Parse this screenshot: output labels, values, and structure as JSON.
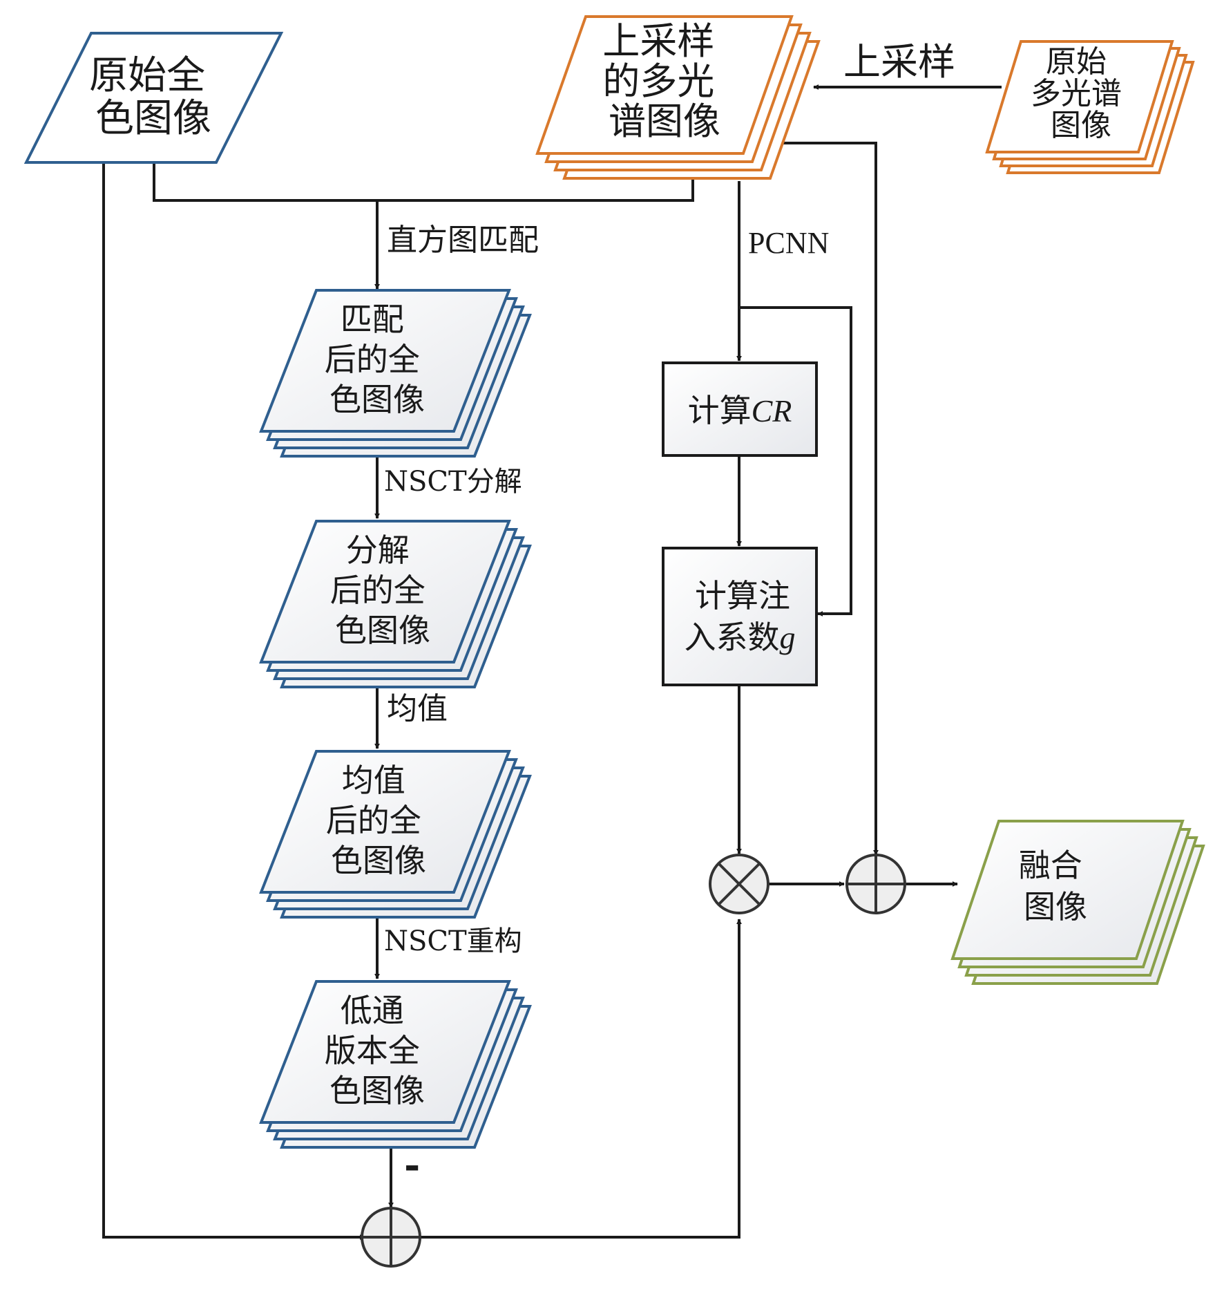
{
  "colors": {
    "blue": "#2f5f8f",
    "orange": "#d9792c",
    "green": "#8aa04a",
    "gray_box": "#e0e0e0",
    "line": "#1a1a1a"
  },
  "nodes": {
    "pan_original": [
      "原始全",
      "色图像"
    ],
    "ms_upsampled": [
      "上采样",
      "的多光",
      "谱图像"
    ],
    "ms_original": [
      "原始",
      "多光谱",
      "图像"
    ],
    "pan_matched": [
      "匹配",
      "后的全",
      "色图像"
    ],
    "pan_decomposed": [
      "分解",
      "后的全",
      "色图像"
    ],
    "pan_mean": [
      "均值",
      "后的全",
      "色图像"
    ],
    "pan_lowpass": [
      "低通",
      "版本全",
      "色图像"
    ],
    "fused": [
      "融合",
      "图像"
    ],
    "calc_cr": {
      "prefix": "计算",
      "italic": "CR"
    },
    "calc_g": {
      "line1": "计算注",
      "prefix": "入系数",
      "italic": "g"
    }
  },
  "edges": {
    "upsample": "上采样",
    "histogram_match": "直方图匹配",
    "pcnn": "PCNN",
    "nsct_decompose": "NSCT分解",
    "mean": "均值",
    "nsct_reconstruct": "NSCT重构",
    "minus": "-"
  },
  "operators": {
    "multiply": "multiply-icon",
    "add": "add-icon"
  }
}
